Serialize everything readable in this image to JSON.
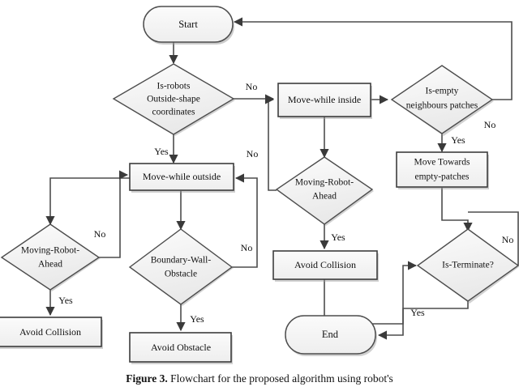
{
  "figure": {
    "caption_label": "Figure 3.",
    "caption_text": " Flowchart for the proposed algorithm using robot's"
  },
  "style": {
    "node_fill": "#f2f2f2",
    "node_fill_light": "#f7f7f7",
    "node_stroke": "#4d4d4d",
    "edge_stroke": "#4d4d4d",
    "shadow": "#808080",
    "text_color": "#111111",
    "background": "#ffffff"
  },
  "nodes": {
    "start": {
      "label": "Start",
      "shape": "terminator"
    },
    "is_robots_outside": {
      "label_line1": "Is-robots",
      "label_line2": "Outside-shape",
      "label_line3": "coordinates",
      "shape": "decision"
    },
    "move_while_inside": {
      "label": "Move-while inside",
      "shape": "process"
    },
    "is_empty_neighbours": {
      "label_line1": "Is-empty",
      "label_line2": "neighbours patches",
      "shape": "decision"
    },
    "move_towards_empty": {
      "label_line1": "Move Towards",
      "label_line2": "empty-patches",
      "shape": "process"
    },
    "move_while_outside": {
      "label": "Move-while outside",
      "shape": "process"
    },
    "moving_robot_ahead_mid": {
      "label_line1": "Moving-Robot-",
      "label_line2": "Ahead",
      "shape": "decision"
    },
    "avoid_collision_mid": {
      "label": "Avoid Collision",
      "shape": "process"
    },
    "moving_robot_ahead_left": {
      "label_line1": "Moving-Robot-",
      "label_line2": "Ahead",
      "shape": "decision"
    },
    "avoid_collision_left": {
      "label": "Avoid Collision",
      "shape": "process"
    },
    "boundary_wall_obstacle": {
      "label_line1": "Boundary-Wall-",
      "label_line2": "Obstacle",
      "shape": "decision"
    },
    "avoid_obstacle": {
      "label": "Avoid Obstacle",
      "shape": "process"
    },
    "is_terminate": {
      "label": "Is-Terminate?",
      "shape": "decision"
    },
    "end": {
      "label": "End",
      "shape": "terminator"
    }
  },
  "edge_labels": {
    "outside_no": "No",
    "outside_yes": "Yes",
    "empty_no": "No",
    "empty_yes": "Yes",
    "mid_ahead_yes": "Yes",
    "mid_ahead_no": "No",
    "left_ahead_yes": "Yes",
    "left_ahead_no": "No",
    "boundary_yes": "Yes",
    "boundary_no": "No",
    "terminate_yes": "Yes",
    "terminate_no": "No"
  }
}
